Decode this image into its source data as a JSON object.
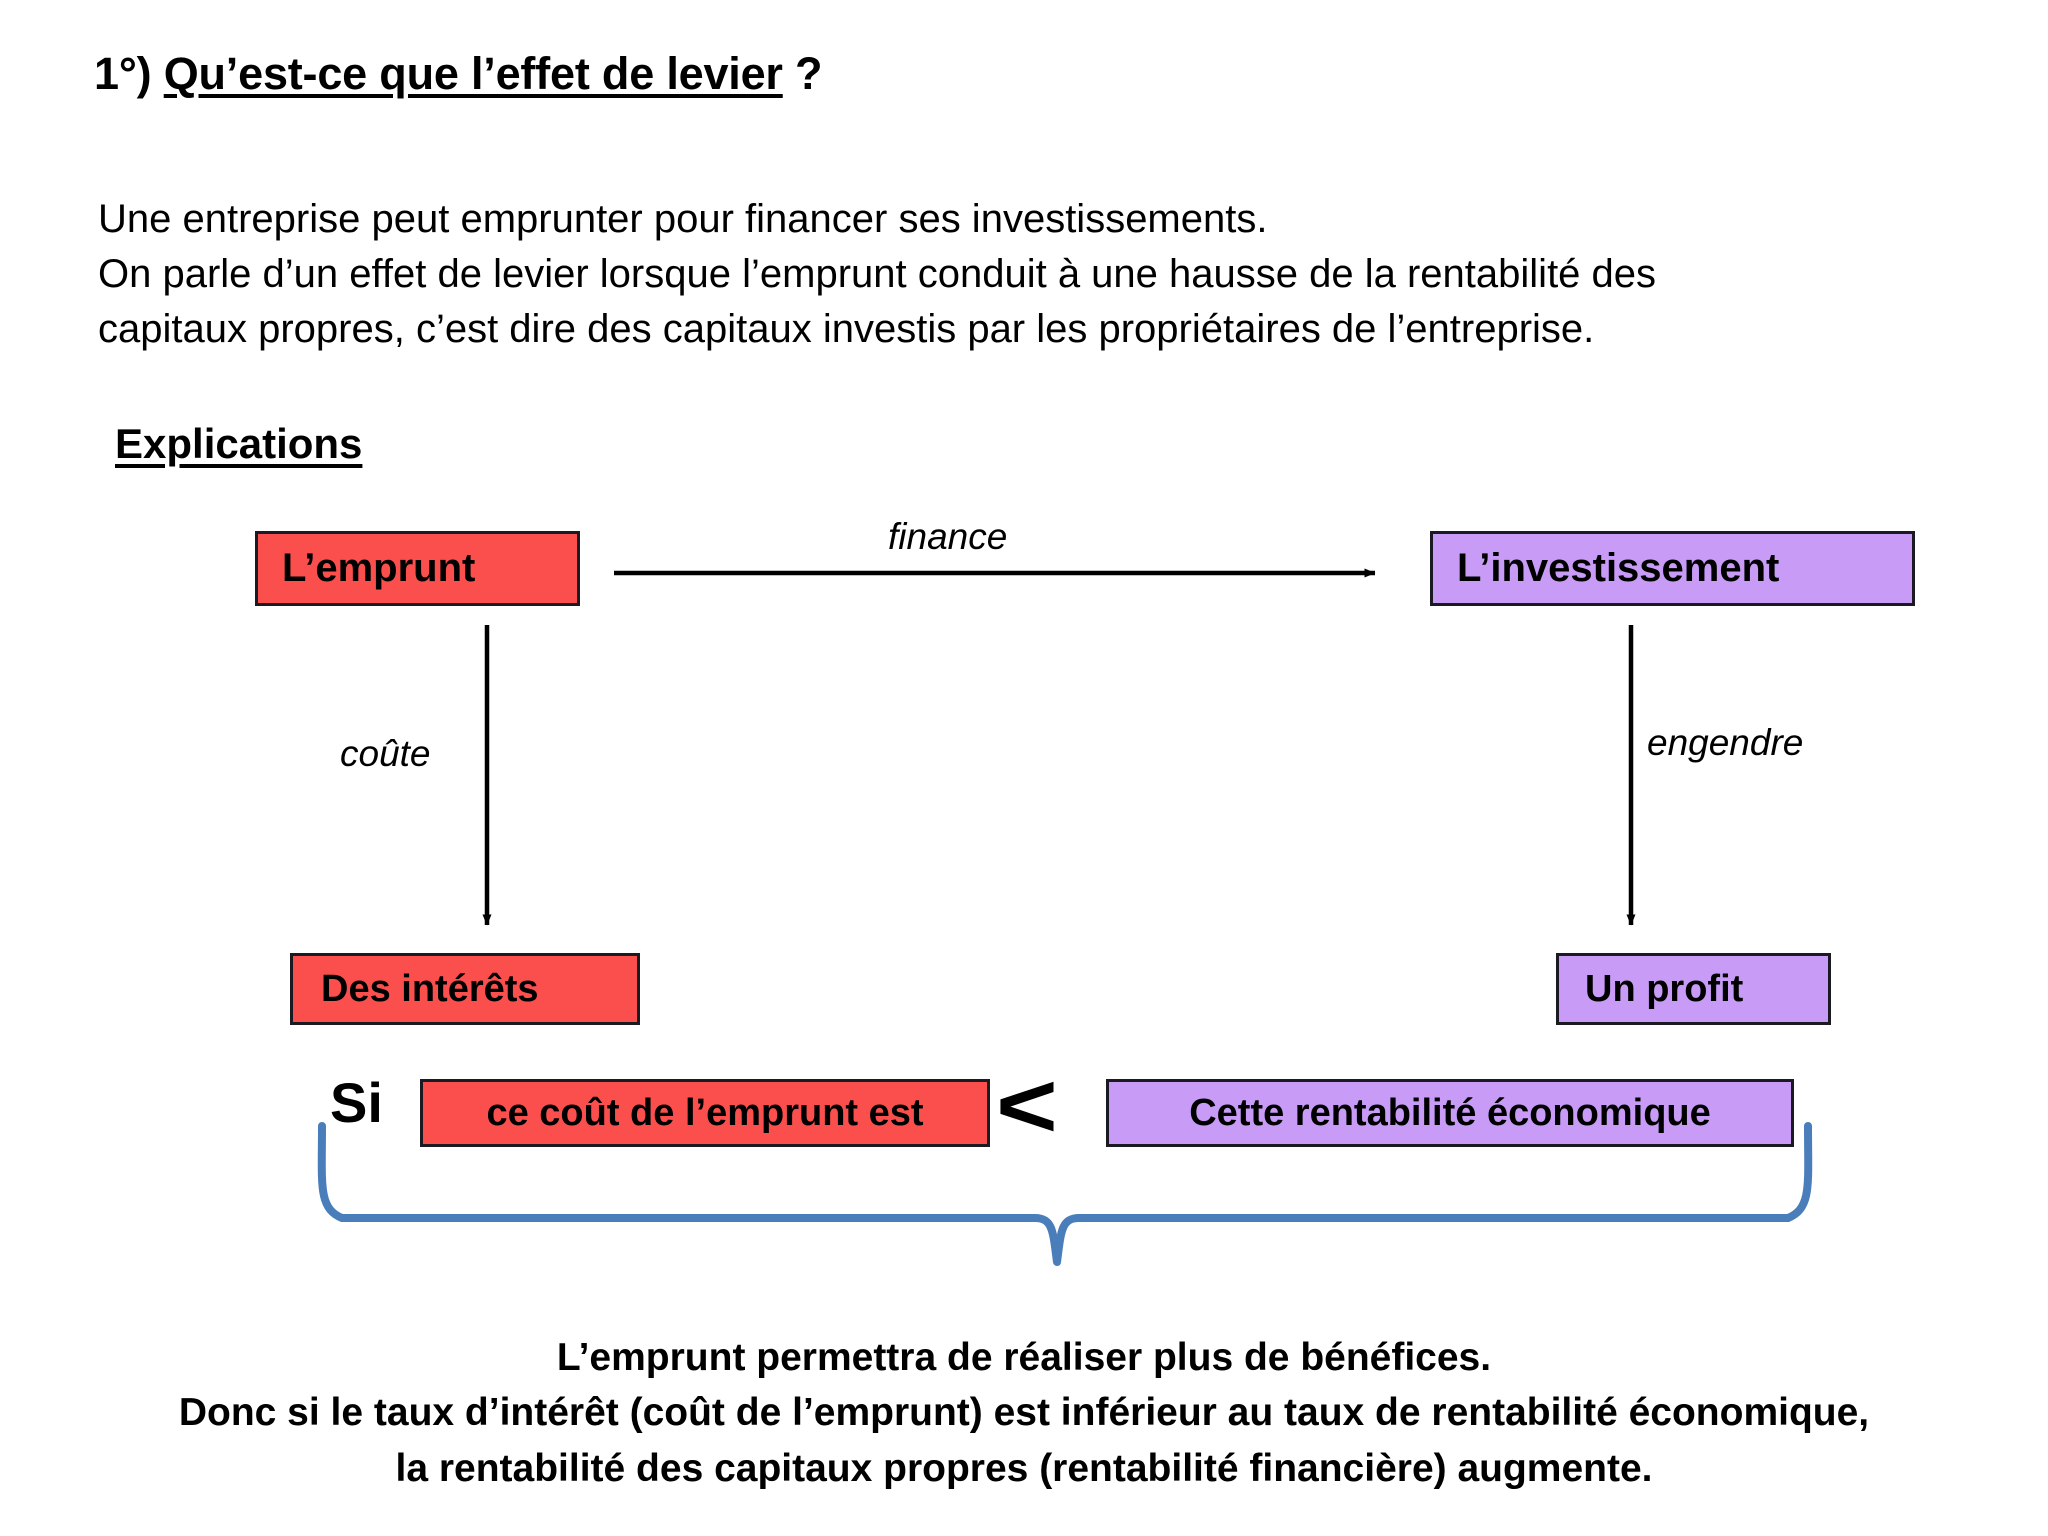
{
  "slide": {
    "title_prefix": "1°) ",
    "title_underlined": "Qu’est-ce que l’effet de levier",
    "title_suffix": " ?",
    "intro": {
      "line1": "Une entreprise peut emprunter pour financer ses investissements.",
      "line2": "On parle d’un effet de levier lorsque l’emprunt conduit à une hausse de la rentabilité  des",
      "line3": "capitaux propres, c’est dire des capitaux investis par les propriétaires de l’entreprise."
    },
    "section_heading": "Explications"
  },
  "diagram": {
    "boxes": [
      {
        "id": "emprunt",
        "label": "L’emprunt",
        "color": "#FA4F4D"
      },
      {
        "id": "investissement",
        "label": "L’investissement",
        "color": "#C89BF6"
      },
      {
        "id": "interets",
        "label": "Des intérêts",
        "color": "#FA4F4D"
      },
      {
        "id": "profit",
        "label": "Un profit",
        "color": "#C89BF6"
      },
      {
        "id": "cout",
        "label": "ce coût de l’emprunt est",
        "color": "#FA4F4D"
      },
      {
        "id": "rentabilite",
        "label": "Cette rentabilité économique",
        "color": "#C89BF6"
      }
    ],
    "arrow_labels": {
      "finance": "finance",
      "coute": "coûte",
      "engendre": "engendre"
    },
    "condition_word": "Si",
    "comparison_operator": "<",
    "brace_color": "#4A7EBB",
    "arrow_color": "#000000"
  },
  "conclusion": {
    "line1": "L’emprunt permettra de réaliser plus de bénéfices.",
    "line2": "Donc si le taux d’intérêt (coût de l’emprunt) est inférieur au taux de rentabilité économique,",
    "line3": "la rentabilité des capitaux propres (rentabilité financière) augmente."
  }
}
